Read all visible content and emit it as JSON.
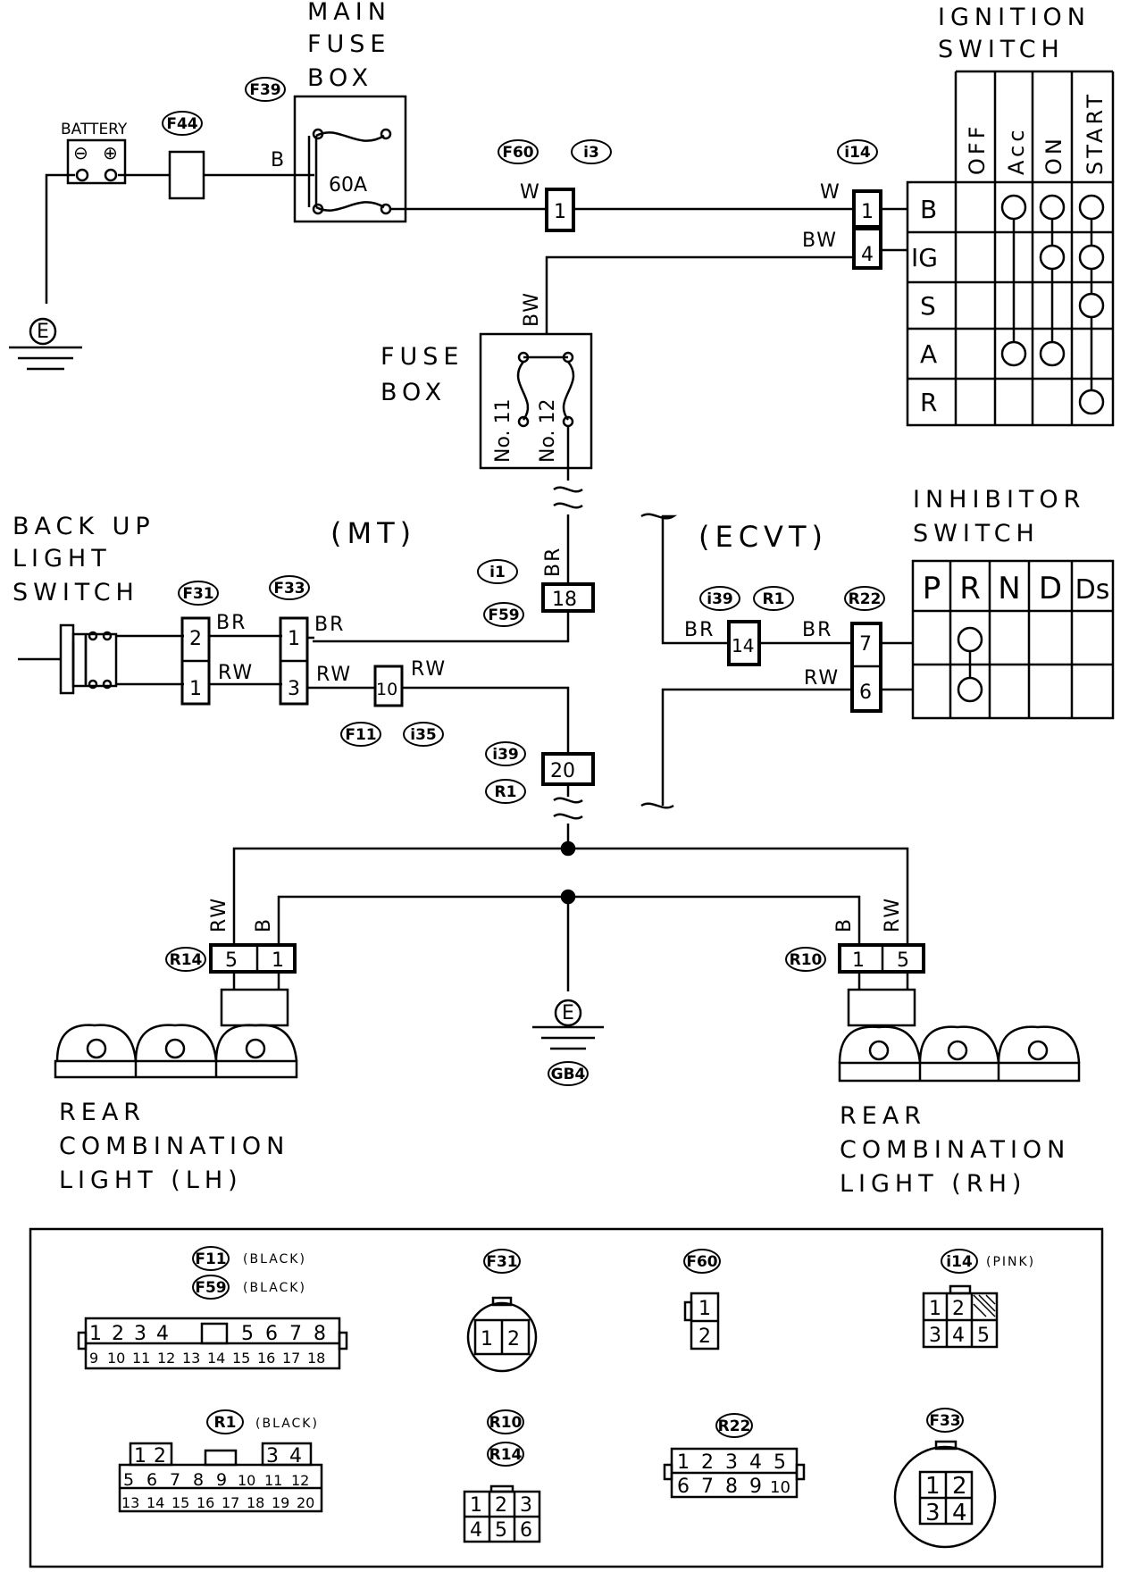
{
  "components": {
    "main_fuse_box": [
      "MAIN",
      "FUSE",
      "BOX"
    ],
    "main_fuse_rating": "60A",
    "battery": "BATTERY",
    "battery_minus": "⊖",
    "battery_plus": "⊕",
    "ground_symbol": "E",
    "ignition_switch": [
      "IGNITION",
      "SWITCH"
    ],
    "fuse_box": [
      "FUSE",
      "BOX"
    ],
    "fuse_no11": "No. 11",
    "fuse_no12": "No. 12",
    "backup_switch": [
      "BACK UP",
      "LIGHT",
      "SWITCH"
    ],
    "mt": "(MT)",
    "ecvt": "(ECVT)",
    "inhibitor_switch": [
      "INHIBITOR",
      "SWITCH"
    ],
    "rear_lh": [
      "REAR",
      "COMBINATION",
      "LIGHT (LH)"
    ],
    "rear_rh": [
      "REAR",
      "COMBINATION",
      "LIGHT (RH)"
    ]
  },
  "connectors": {
    "F44": "F44",
    "F39": "F39",
    "F60": "F60",
    "i3": "i3",
    "i14": "i14",
    "F31": "F31",
    "F33": "F33",
    "i1": "i1",
    "F59": "F59",
    "F11": "F11",
    "i35": "i35",
    "i39": "i39",
    "R1": "R1",
    "R22": "R22",
    "R14": "R14",
    "R10": "R10",
    "GB4": "GB4"
  },
  "wires": {
    "B": "B",
    "W": "W",
    "BW": "BW",
    "BR": "BR",
    "RW": "RW"
  },
  "pins": {
    "p1": "1",
    "p2": "2",
    "p3": "3",
    "p4": "4",
    "p5": "5",
    "p6": "6",
    "p7": "7",
    "p10": "10",
    "p14": "14",
    "p18": "18",
    "p20": "20"
  },
  "ignition_table": {
    "columns": [
      "OFF",
      "Acc",
      "ON",
      "START"
    ],
    "rows": [
      "B",
      "IG",
      "S",
      "A",
      "R"
    ]
  },
  "inhibitor_table": {
    "columns": [
      "P",
      "R",
      "N",
      "D",
      "Ds"
    ]
  },
  "connector_views": {
    "f11_label": "F11",
    "f11_color": "(BLACK)",
    "f59_label": "F59",
    "f59_color": "(BLACK)",
    "f11_row1a": [
      "1",
      "2",
      "3",
      "4"
    ],
    "f11_row1b": [
      "5",
      "6",
      "7",
      "8"
    ],
    "f11_row2": [
      "9",
      "10",
      "11",
      "12",
      "13",
      "14",
      "15",
      "16",
      "17",
      "18"
    ],
    "f31_label": "F31",
    "f31_pins": [
      "1",
      "2"
    ],
    "f60_label": "F60",
    "f60_pins": [
      "1",
      "2"
    ],
    "i14_label": "i14",
    "i14_color": "(PINK)",
    "i14_row1": [
      "1",
      "2"
    ],
    "i14_row2": [
      "3",
      "4",
      "5"
    ],
    "r1_label": "R1",
    "r1_color": "(BLACK)",
    "r1_row1a": [
      "1",
      "2"
    ],
    "r1_row1b": [
      "3",
      "4"
    ],
    "r1_row2": [
      "5",
      "6",
      "7",
      "8",
      "9",
      "10",
      "11",
      "12"
    ],
    "r1_row3": [
      "13",
      "14",
      "15",
      "16",
      "17",
      "18",
      "19",
      "20"
    ],
    "r10_label": "R10",
    "r14_label": "R14",
    "r10_row1": [
      "1",
      "2",
      "3"
    ],
    "r10_row2": [
      "4",
      "5",
      "6"
    ],
    "r22_label": "R22",
    "r22_row1": [
      "1",
      "2",
      "3",
      "4",
      "5"
    ],
    "r22_row2": [
      "6",
      "7",
      "8",
      "9",
      "10"
    ],
    "f33_label": "F33",
    "f33_row1": [
      "1",
      "2"
    ],
    "f33_row2": [
      "3",
      "4"
    ]
  }
}
